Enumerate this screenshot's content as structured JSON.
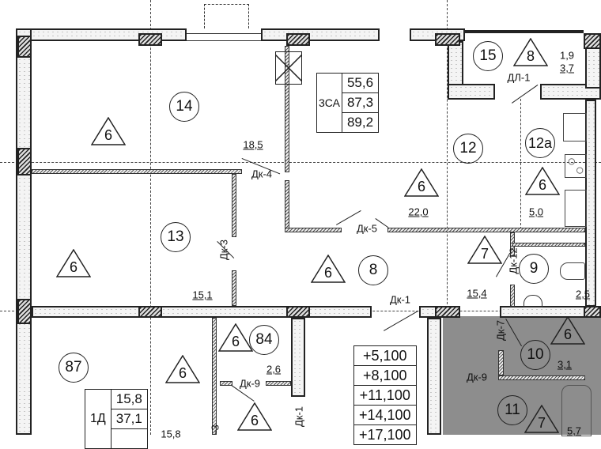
{
  "rooms": [
    {
      "id": "14",
      "type": "6",
      "area": "18,5"
    },
    {
      "id": "12",
      "type": "6",
      "area": "22,0"
    },
    {
      "id": "12а",
      "type": "6",
      "area": "5,0"
    },
    {
      "id": "15",
      "type": "8",
      "area1": "1,9",
      "area2": "3,7"
    },
    {
      "id": "13",
      "type": "6",
      "area": "15,1"
    },
    {
      "id": "8",
      "type": "6"
    },
    {
      "id": "9",
      "type": "7",
      "area": "15,4",
      "area2": "2,5"
    },
    {
      "id": "10",
      "type": "6",
      "area": "3,1"
    },
    {
      "id": "11",
      "type": "7",
      "area": "5,7"
    },
    {
      "id": "87",
      "type": "6",
      "area": "15,8"
    },
    {
      "id": "84",
      "type": "6",
      "area": "2,6",
      "type2": "6"
    }
  ],
  "doors": [
    "Дк-4",
    "Дк-5",
    "Дк-3",
    "Дк-1",
    "Дк-12",
    "Дк-7",
    "Дк-9",
    "Дк-9",
    "Дк-1",
    "ДЛ-1",
    "-3"
  ],
  "apartment_3ca": {
    "label": "3СА",
    "values": [
      "55,6",
      "87,3",
      "89,2"
    ]
  },
  "apartment_1d": {
    "label": "1Д",
    "values": [
      "15,8",
      "37,1"
    ]
  },
  "elevations": [
    "+5,100",
    "+8,100",
    "+11,100",
    "+14,100",
    "+17,100"
  ]
}
